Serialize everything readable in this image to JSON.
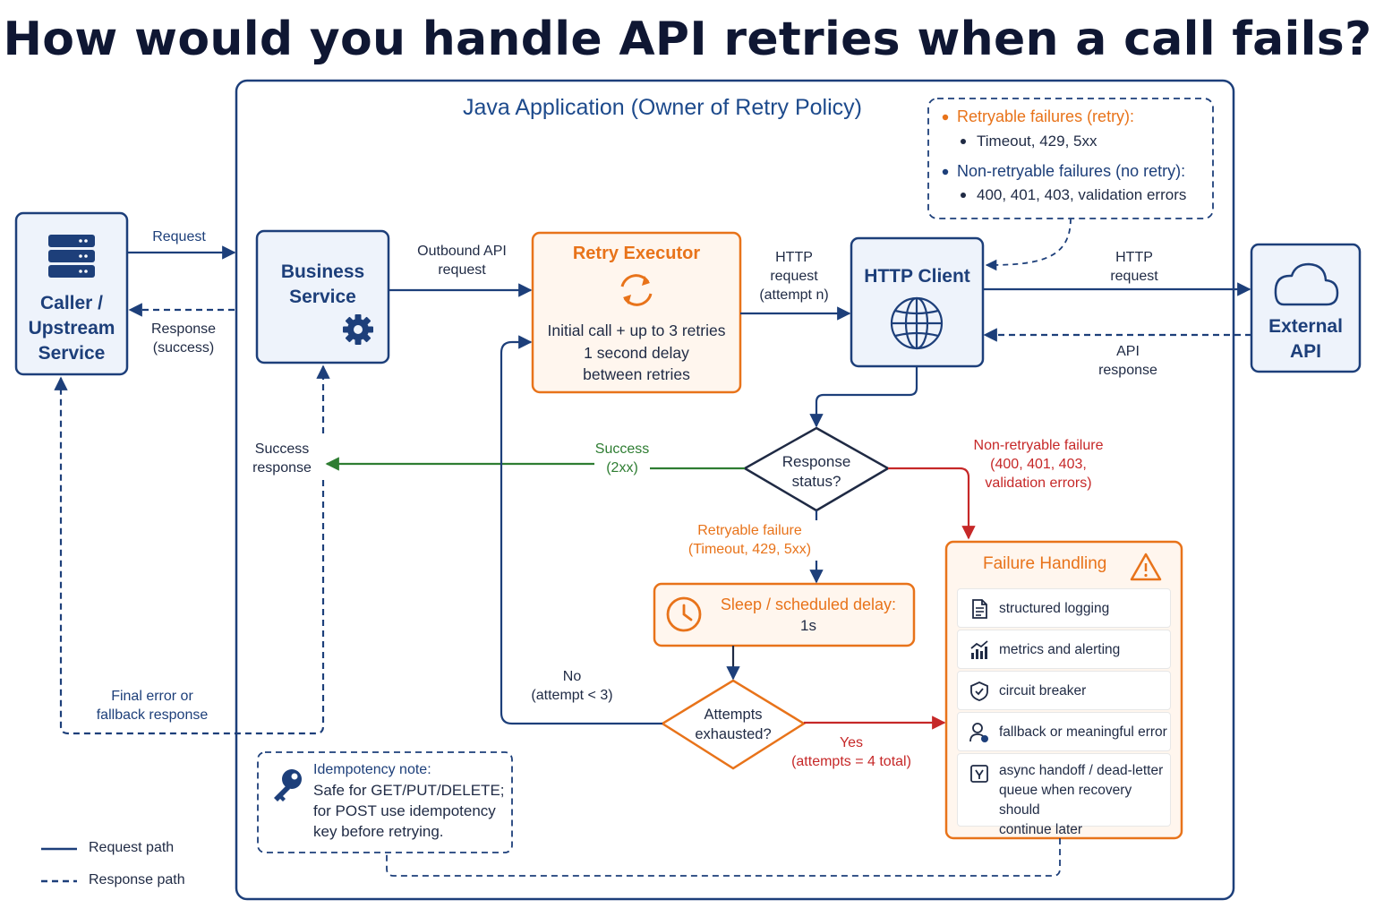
{
  "title": "How would you handle API retries when a call fails?",
  "app_title": "Java Application (Owner of Retry Policy)",
  "caller": {
    "line1": "Caller /",
    "line2": "Upstream",
    "line3": "Service",
    "icon": "server-icon"
  },
  "business": {
    "line1": "Business",
    "line2": "Service",
    "icon": "gear-icon"
  },
  "retry_executor": {
    "title": "Retry Executor",
    "line1": "Initial call + up to 3 retries",
    "line2": "1 second delay",
    "line3": "between retries",
    "icon": "refresh-icon"
  },
  "http_client": {
    "title": "HTTP Client",
    "icon": "globe-icon"
  },
  "external_api": {
    "line1": "External",
    "line2": "API",
    "icon": "cloud-icon"
  },
  "retry_rules": {
    "retryable_title": "Retryable failures (retry):",
    "retryable_items": "Timeout, 429, 5xx",
    "non_retryable_title": "Non-retryable failures (no retry):",
    "non_retryable_items": "400, 401, 403, validation errors"
  },
  "edges": {
    "request": "Request",
    "response_success_1": "Response",
    "response_success_2": "(success)",
    "outbound_1": "Outbound API",
    "outbound_2": "request",
    "http_req_1": "HTTP",
    "http_req_2": "request",
    "http_req_3": "(attempt n)",
    "ext_req_1": "HTTP",
    "ext_req_2": "request",
    "api_resp_1": "API",
    "api_resp_2": "response",
    "success_resp_1": "Success",
    "success_resp_2": "response",
    "success_2xx_1": "Success",
    "success_2xx_2": "(2xx)",
    "nonretry_1": "Non-retryable failure",
    "nonretry_2": "(400, 401, 403,",
    "nonretry_3": "validation errors)",
    "retryable_1": "Retryable failure",
    "retryable_2": "(Timeout, 429, 5xx)",
    "no_1": "No",
    "no_2": "(attempt < 3)",
    "yes_1": "Yes",
    "yes_2": "(attempts = 4 total)",
    "final_1": "Final error or",
    "final_2": "fallback response"
  },
  "response_status": {
    "line1": "Response",
    "line2": "status?"
  },
  "sleep": {
    "line1": "Sleep / scheduled delay:",
    "line2": "1s",
    "icon": "clock-icon"
  },
  "attempts": {
    "line1": "Attempts",
    "line2": "exhausted?"
  },
  "failure_handling": {
    "title": "Failure Handling",
    "icon": "warning-icon",
    "items": [
      {
        "label": "structured logging",
        "icon": "document-icon"
      },
      {
        "label": "metrics and alerting",
        "icon": "chart-icon"
      },
      {
        "label": "circuit breaker",
        "icon": "shield-icon"
      },
      {
        "label": "fallback or meaningful error",
        "icon": "user-icon"
      },
      {
        "label_1": "async handoff / dead-letter",
        "label_2": "queue when recovery should",
        "label_3": "continue later",
        "icon": "queue-icon"
      }
    ]
  },
  "idempotency": {
    "title": "Idempotency note:",
    "line1": "Safe for GET/PUT/DELETE;",
    "line2": "for POST use idempotency",
    "line3": "key before retrying.",
    "icon": "key-icon"
  },
  "legend": {
    "request_path": "Request path",
    "response_path": "Response path"
  },
  "colors": {
    "navy": "#1d3f7a",
    "orange": "#e8731a",
    "red": "#c62828",
    "green": "#2e7d32"
  }
}
